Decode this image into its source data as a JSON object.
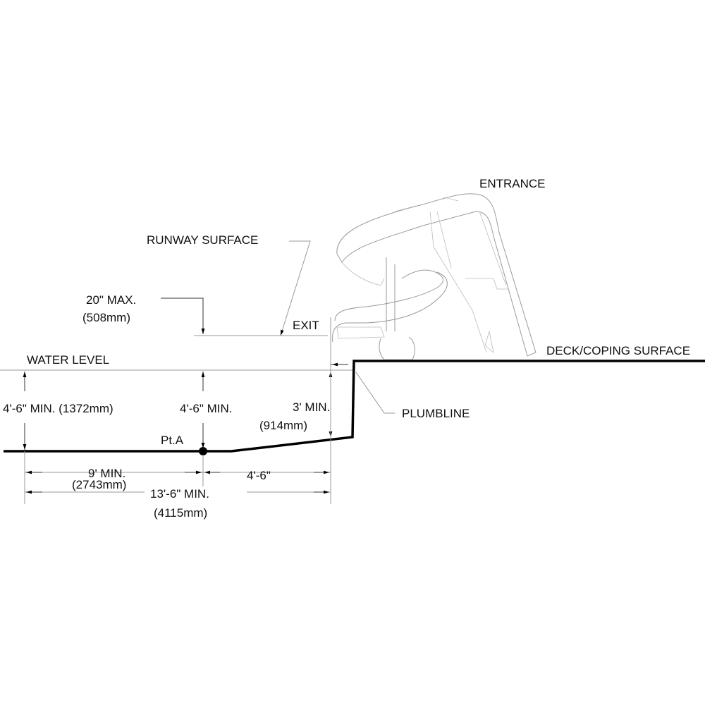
{
  "labels": {
    "entrance": "ENTRANCE",
    "runway_surface": "RUNWAY SURFACE",
    "max_height": "20\" MAX.",
    "max_height_mm": "(508mm)",
    "exit": "EXIT",
    "water_level": "WATER LEVEL",
    "deck_surface": "DECK/COPING SURFACE",
    "depth_left": "4'-6\" MIN. (1372mm)",
    "depth_pt_a": "4'-6\" MIN.",
    "depth_exit": "3' MIN.",
    "depth_exit_mm": "(914mm)",
    "plumbline": "PLUMBLINE",
    "pt_a": "Pt.A",
    "dist_left": "9' MIN.",
    "dist_left_mm": "(2743mm)",
    "dist_right": "4'-6\"",
    "dist_total": "13'-6\" MIN.",
    "dist_total_mm": "(4115mm)"
  }
}
